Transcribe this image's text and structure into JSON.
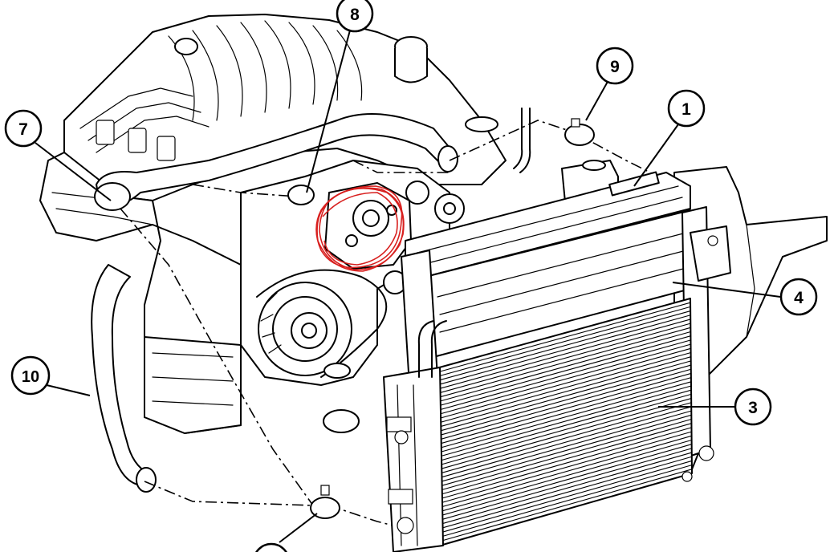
{
  "diagram": {
    "callouts": [
      {
        "id": "c1",
        "label": "1"
      },
      {
        "id": "c3",
        "label": "3"
      },
      {
        "id": "c4",
        "label": "4"
      },
      {
        "id": "c7",
        "label": "7"
      },
      {
        "id": "c8",
        "label": "8"
      },
      {
        "id": "c9",
        "label": "9"
      },
      {
        "id": "c10",
        "label": "10"
      }
    ],
    "colors": {
      "line": "#000000",
      "background": "#ffffff",
      "highlight": "#d8201f"
    }
  }
}
